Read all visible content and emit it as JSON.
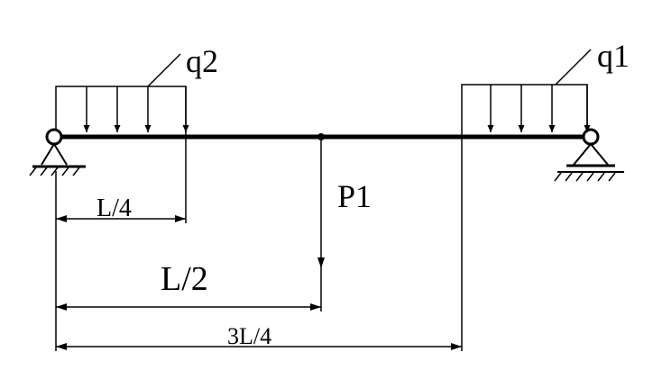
{
  "labels": {
    "q2": "q2",
    "q1": "q1",
    "p1": "P1",
    "dim_l4": "L/4",
    "dim_l2": "L/2",
    "dim_3l4": "3L/4"
  }
}
